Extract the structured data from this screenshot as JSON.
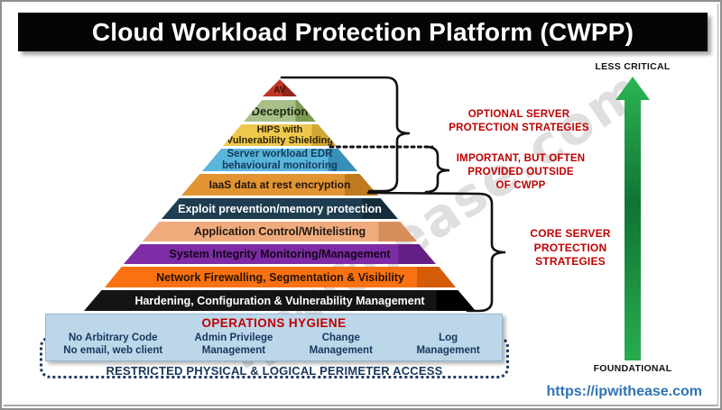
{
  "title": "Cloud Workload Protection Platform (CWPP)",
  "watermark": "ipwithease.com",
  "site_link": "https://ipwithease.com",
  "axis": {
    "top_label": "LESS CRITICAL",
    "bottom_label": "FOUNDATIONAL",
    "arrow_color": "#1fb254"
  },
  "annotations": {
    "optional": {
      "text": "OPTIONAL SERVER\nPROTECTION STRATEGIES",
      "color": "#bf0000"
    },
    "important": {
      "text": "IMPORTANT, BUT OFTEN\nPROVIDED OUTSIDE\nOF CWPP",
      "color": "#bf0000"
    },
    "core": {
      "text": "CORE SERVER\nPROTECTION\nSTRATEGIES",
      "color": "#bf0000"
    }
  },
  "pyramid": {
    "layers": [
      {
        "label": "AV",
        "color": "#bf3527",
        "shade_color": "#93261b",
        "text_color": "#3d100a"
      },
      {
        "label": "Deception",
        "color": "#a9c08b",
        "shade_color": "#7d9c53",
        "text_color": "#1f260e"
      },
      {
        "label": "HIPS with\nVulnerability Shielding",
        "color": "#eec84d",
        "shade_color": "#d2a634",
        "text_color": "#2b2206"
      },
      {
        "label": "Server workload EDR\nbehavioural monitoring",
        "color": "#5ab5da",
        "shade_color": "#3690b8",
        "text_color": "#123a5c"
      },
      {
        "label": "IaaS data at rest encryption",
        "color": "#e29433",
        "shade_color": "#bf7a1f",
        "text_color": "#221705"
      },
      {
        "label": "Exploit prevention/memory protection",
        "color": "#1e3d50",
        "shade_color": "#152c3a",
        "text_color": "#ffffff"
      },
      {
        "label": "Application Control/Whitelisting",
        "color": "#f0ab7d",
        "shade_color": "#d88e5c",
        "text_color": "#1f1812"
      },
      {
        "label": "System Integrity Monitoring/Management",
        "color": "#7e2ca6",
        "shade_color": "#641f86",
        "text_color": "#120516"
      },
      {
        "label": "Network Firewalling, Segmentation & Visibility",
        "color": "#f97110",
        "shade_color": "#d55c06",
        "text_color": "#241303"
      },
      {
        "label": "Hardening, Configuration & Vulnerability Management",
        "color": "#141414",
        "shade_color": "#000000",
        "text_color": "#ffffff"
      }
    ]
  },
  "hygiene": {
    "title": "OPERATIONS HYGIENE",
    "title_color": "#c00000",
    "panel_color": "#bdd7ea",
    "items": [
      {
        "line1": "No Arbitrary Code",
        "line2": "No email, web client"
      },
      {
        "line1": "Admin Privilege",
        "line2": "Management"
      },
      {
        "line1": "Change",
        "line2": "Management"
      },
      {
        "line1": "Log",
        "line2": "Management"
      }
    ]
  },
  "perimeter": {
    "label": "RESTRICTED PHYSICAL & LOGICAL PERIMETER ACCESS",
    "border_color": "#1f3864"
  }
}
